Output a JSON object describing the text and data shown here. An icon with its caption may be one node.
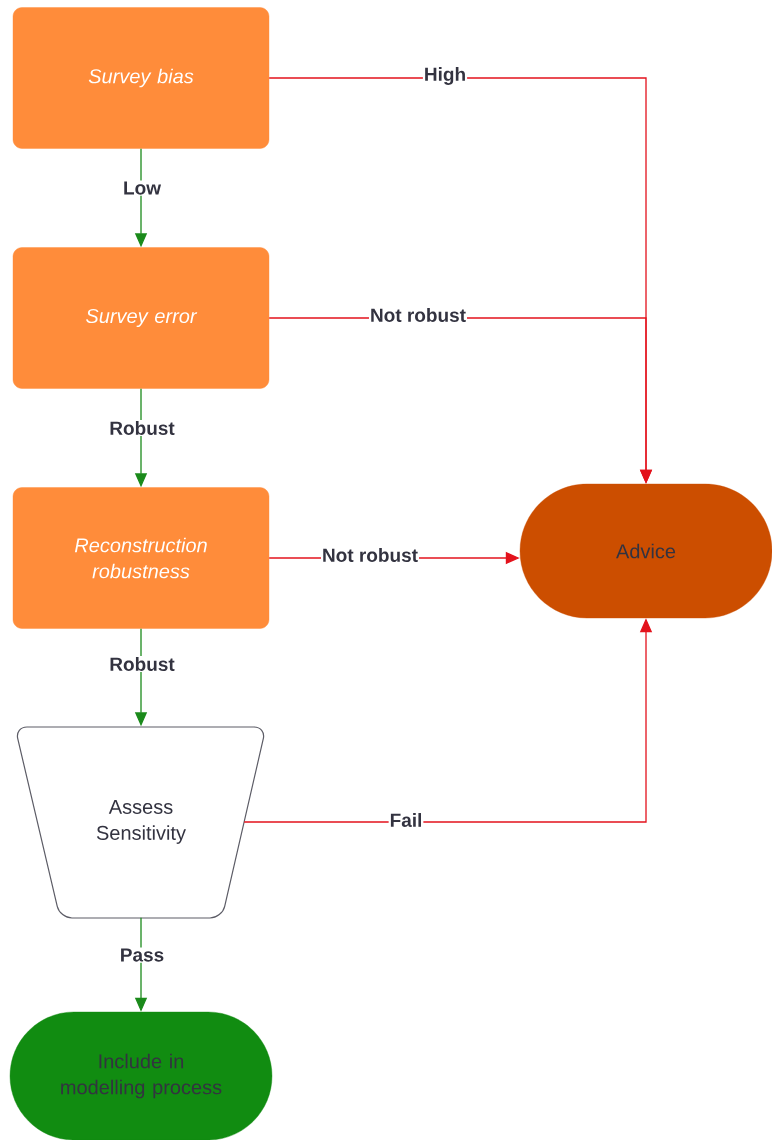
{
  "diagram": {
    "nodes": [
      {
        "text": [
          "Survey bias"
        ]
      },
      {
        "text": [
          "Survey error"
        ]
      },
      {
        "text": [
          "Reconstruction robustness"
        ]
      },
      {
        "text": [
          "Assess Sensitivity"
        ]
      },
      {
        "text": [
          "Advice"
        ]
      },
      {
        "text": [
          "Include in modelling process"
        ]
      }
    ],
    "edges": [
      {
        "from": 0,
        "to": 4,
        "arrow": "to",
        "label": "High",
        "color": "#e3121c"
      },
      {
        "from": 1,
        "to": 4,
        "arrow": "to",
        "label": "Not robust",
        "color": "#e3121c"
      },
      {
        "from": 2,
        "to": 4,
        "arrow": "to",
        "label": "Not robust",
        "color": "#e3121c"
      },
      {
        "from": 3,
        "to": 4,
        "arrow": "to",
        "label": "Fail",
        "color": "#e3121c"
      },
      {
        "from": 0,
        "to": 1,
        "arrow": "to",
        "label": "Low",
        "color": "#1b8a1b"
      },
      {
        "from": 1,
        "to": 2,
        "arrow": "to",
        "label": "Robust",
        "color": "#1b8a1b"
      },
      {
        "from": 2,
        "to": 3,
        "arrow": "to",
        "label": "Robust",
        "color": "#1b8a1b"
      },
      {
        "from": 3,
        "to": 5,
        "arrow": "to",
        "label": "Pass",
        "color": "#1b8a1b"
      }
    ]
  }
}
